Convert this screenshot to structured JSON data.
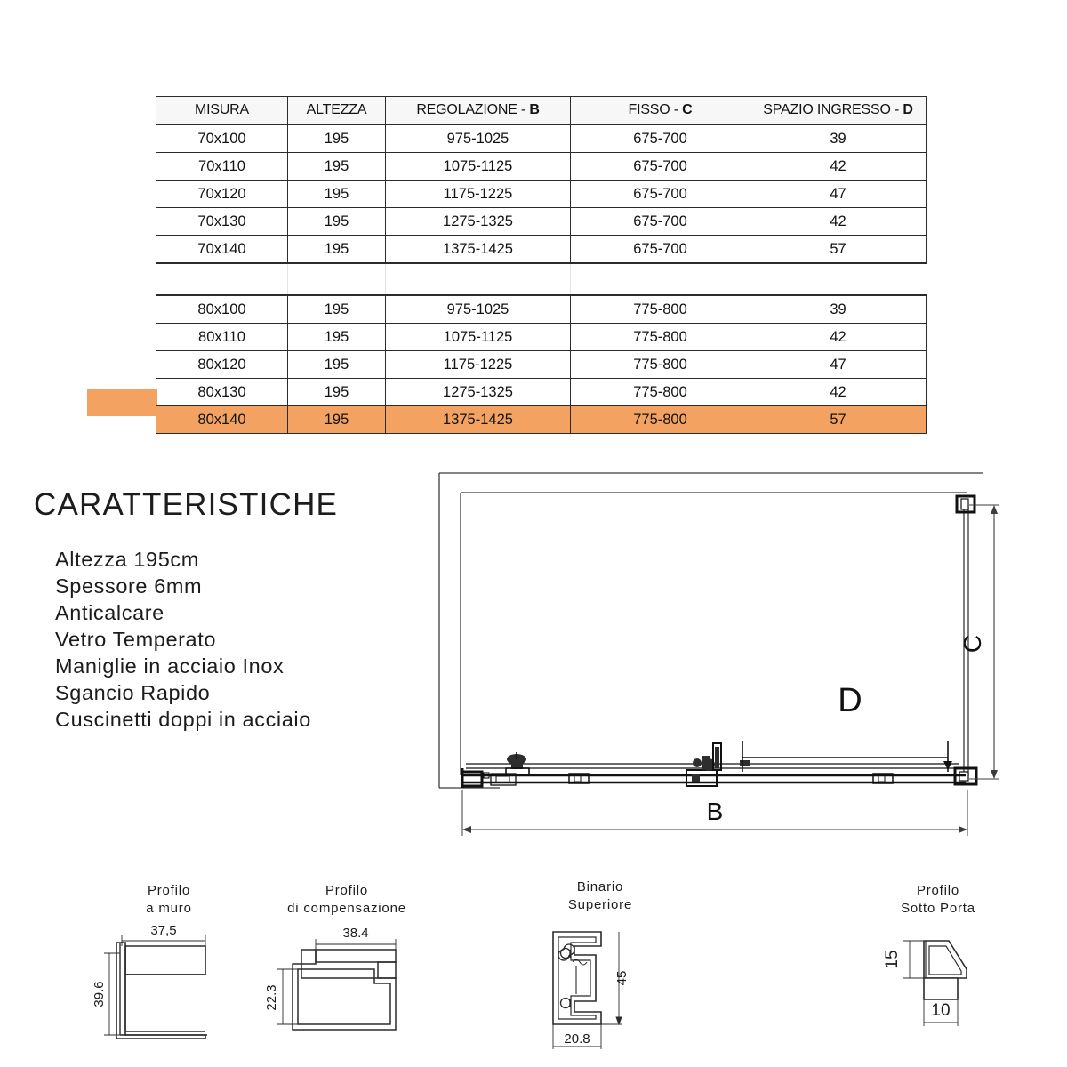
{
  "table": {
    "headers": [
      "MISURA",
      "ALTEZZA",
      "REGOLAZIONE - ",
      "FISSO - ",
      "SPAZIO INGRESSO - "
    ],
    "header_bold_suffix": [
      "",
      "",
      "B",
      "C",
      "D"
    ],
    "rows_group1": [
      {
        "misura": "70x100",
        "altezza": "195",
        "regolazione": "975-1025",
        "fisso": "675-700",
        "spazio": "39"
      },
      {
        "misura": "70x110",
        "altezza": "195",
        "regolazione": "1075-1125",
        "fisso": "675-700",
        "spazio": "42"
      },
      {
        "misura": "70x120",
        "altezza": "195",
        "regolazione": "1175-1225",
        "fisso": "675-700",
        "spazio": "47"
      },
      {
        "misura": "70x130",
        "altezza": "195",
        "regolazione": "1275-1325",
        "fisso": "675-700",
        "spazio": "42"
      },
      {
        "misura": "70x140",
        "altezza": "195",
        "regolazione": "1375-1425",
        "fisso": "675-700",
        "spazio": "57"
      }
    ],
    "rows_group2": [
      {
        "misura": "80x100",
        "altezza": "195",
        "regolazione": "975-1025",
        "fisso": "775-800",
        "spazio": "39",
        "highlight": false
      },
      {
        "misura": "80x110",
        "altezza": "195",
        "regolazione": "1075-1125",
        "fisso": "775-800",
        "spazio": "42",
        "highlight": false
      },
      {
        "misura": "80x120",
        "altezza": "195",
        "regolazione": "1175-1225",
        "fisso": "775-800",
        "spazio": "47",
        "highlight": false
      },
      {
        "misura": "80x130",
        "altezza": "195",
        "regolazione": "1275-1325",
        "fisso": "775-800",
        "spazio": "42",
        "highlight": false
      },
      {
        "misura": "80x140",
        "altezza": "195",
        "regolazione": "1375-1425",
        "fisso": "775-800",
        "spazio": "57",
        "highlight": true
      }
    ],
    "highlight_color": "#f4a261"
  },
  "features": {
    "title": "CARATTERISTICHE",
    "items": [
      "Altezza 195cm",
      "Spessore 6mm",
      "Anticalcare",
      "Vetro Temperato",
      "Maniglie in acciaio Inox",
      "Sgancio Rapido",
      "Cuscinetti doppi in acciaio"
    ]
  },
  "plan_drawing": {
    "label_b": "B",
    "label_c": "C",
    "label_d": "D"
  },
  "profiles": [
    {
      "id": "profilo-a-muro",
      "caption_line1": "Profilo",
      "caption_line2": "a muro",
      "dim_width": "37,5",
      "dim_height": "39.6"
    },
    {
      "id": "profilo-di-compensazione",
      "caption_line1": "Profilo",
      "caption_line2": "di compensazione",
      "dim_width": "38.4",
      "dim_height": "22.3"
    },
    {
      "id": "binario-superiore",
      "caption_line1": "Binario",
      "caption_line2": "Superiore",
      "dim_width": "20.8",
      "dim_height": "45"
    },
    {
      "id": "profilo-sotto-porta",
      "caption_line1": "Profilo",
      "caption_line2": "Sotto Porta",
      "dim_width": "10",
      "dim_height": "15"
    }
  ]
}
